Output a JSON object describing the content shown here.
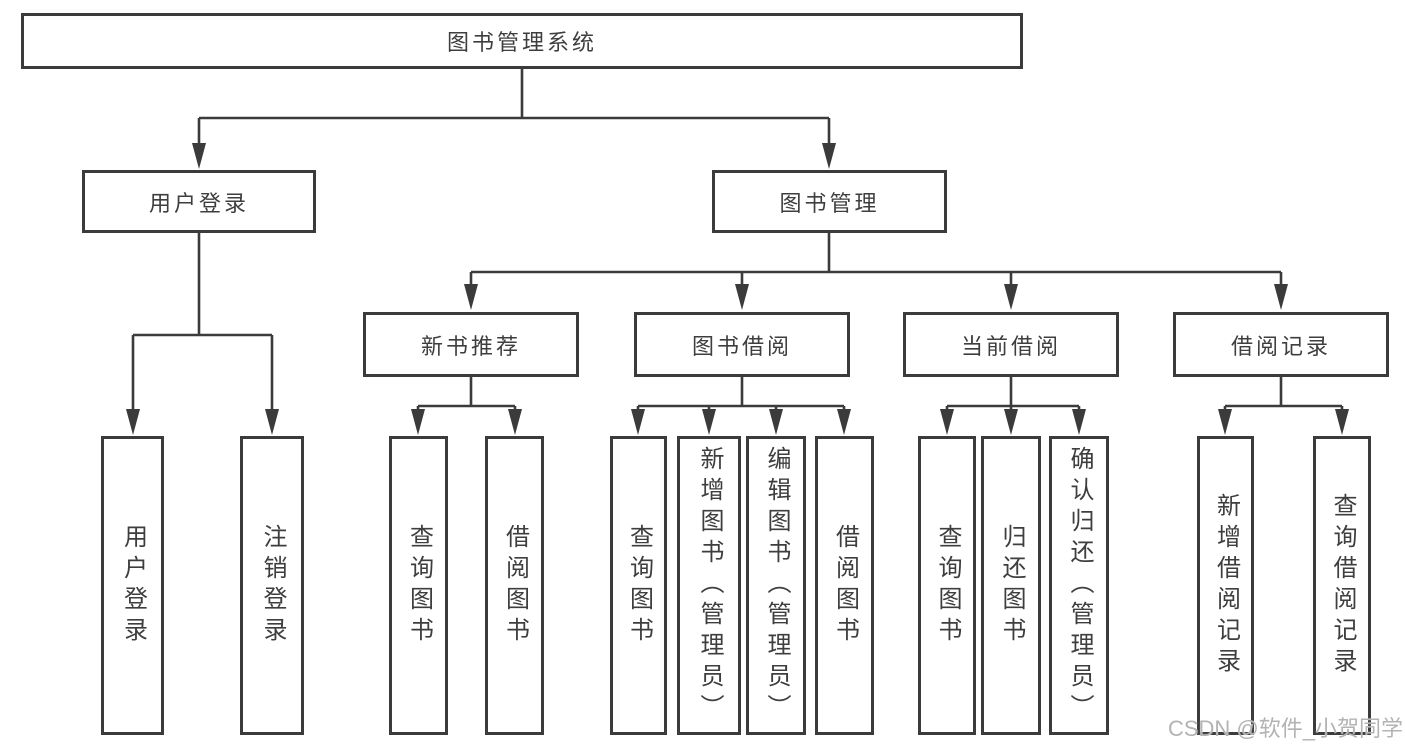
{
  "diagram": {
    "root": "图书管理系统",
    "level2": [
      {
        "label": "用户登录",
        "children": [
          "用户登录",
          "注销登录"
        ]
      },
      {
        "label": "图书管理",
        "sections": [
          {
            "label": "新书推荐",
            "children": [
              "查询图书",
              "借阅图书"
            ]
          },
          {
            "label": "图书借阅",
            "children": [
              "查询图书",
              "新增图书（管理员）",
              "编辑图书（管理员）",
              "借阅图书"
            ]
          },
          {
            "label": "当前借阅",
            "children": [
              "查询图书",
              "归还图书",
              "确认归还（管理员）"
            ]
          },
          {
            "label": "借阅记录",
            "children": [
              "新增借阅记录",
              "查询借阅记录"
            ]
          }
        ]
      }
    ]
  },
  "watermark": "CSDN @软件_小贺同学",
  "colors": {
    "line": "#3b3b3b",
    "text": "#3e3e3e",
    "box-bg": "#ffffff",
    "watermark": "#b3b3b3",
    "background": "#ffffff"
  }
}
